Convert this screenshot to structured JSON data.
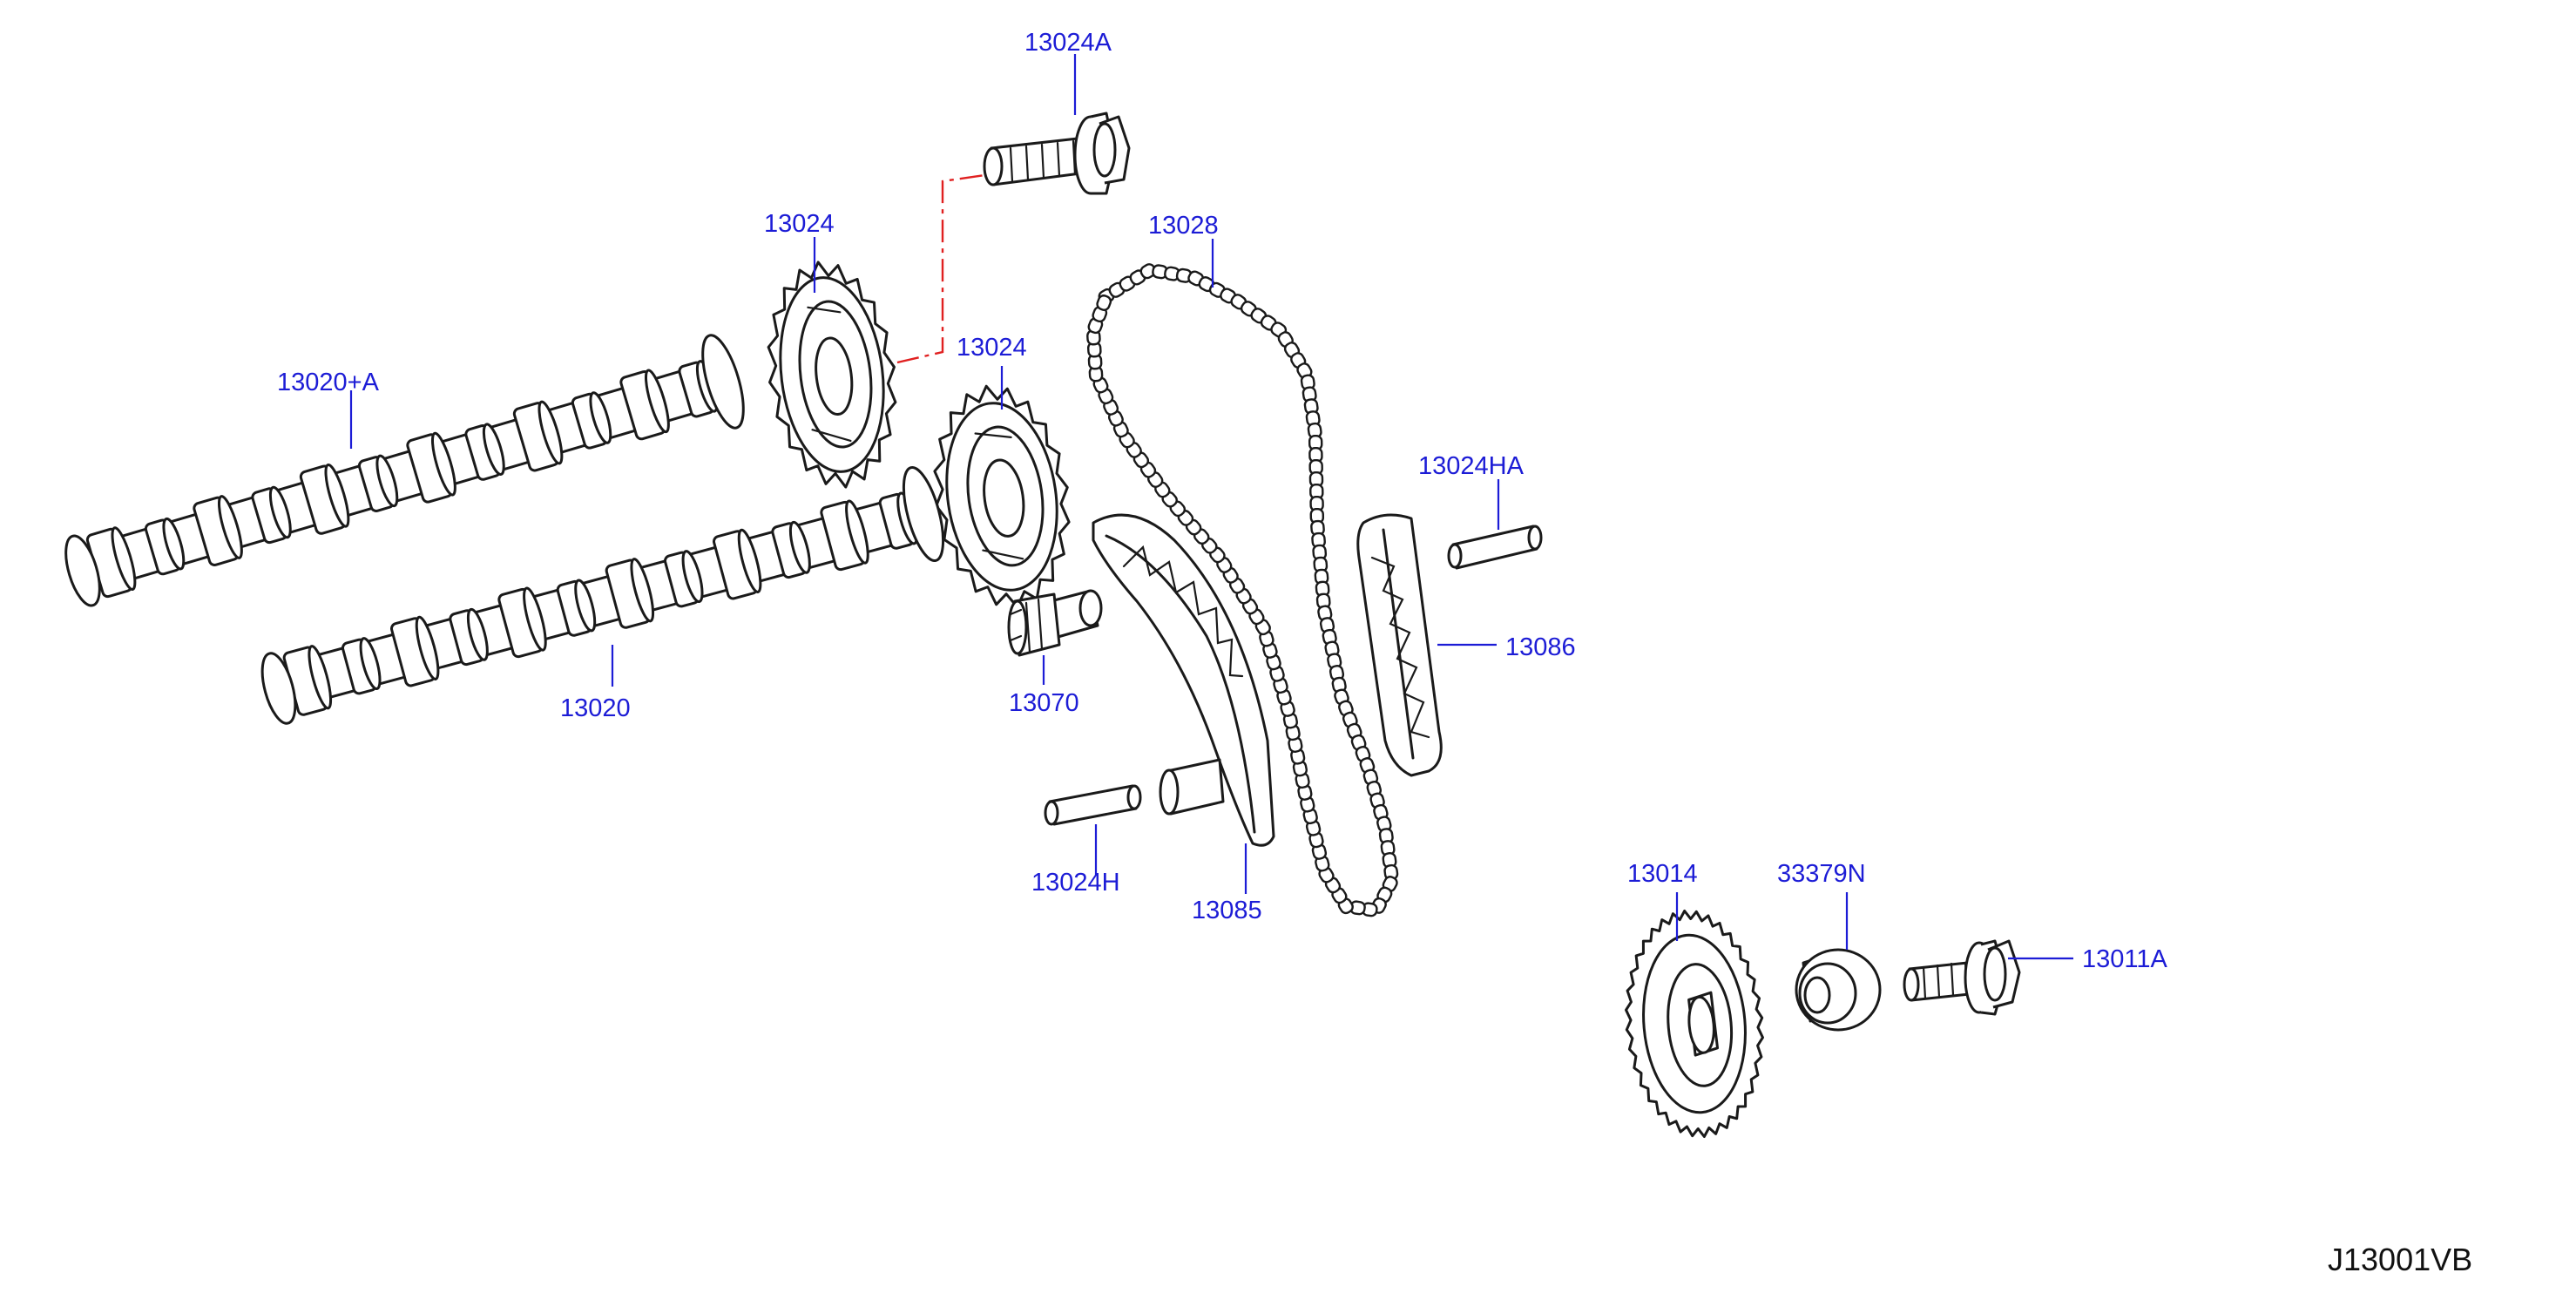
{
  "diagram": {
    "reference_code": "J13001VB",
    "colors": {
      "callout": "#1c1cd6",
      "linework": "#1a1a1a",
      "centerline": "#e02020",
      "background": "#ffffff"
    },
    "callouts": {
      "bolt_top": "13024A",
      "sprocket_upper": "13024",
      "sprocket_lower": "13024",
      "chain": "13028",
      "exhaust_camshaft": "13020+A",
      "intake_camshaft": "13020",
      "tensioner": "13070",
      "pin_left": "13024H",
      "slack_guide": "13085",
      "pin_right": "13024HA",
      "tension_guide": "13086",
      "crank_sprocket": "13014",
      "spacer": "33379N",
      "bolt_bottom": "13011A"
    }
  }
}
